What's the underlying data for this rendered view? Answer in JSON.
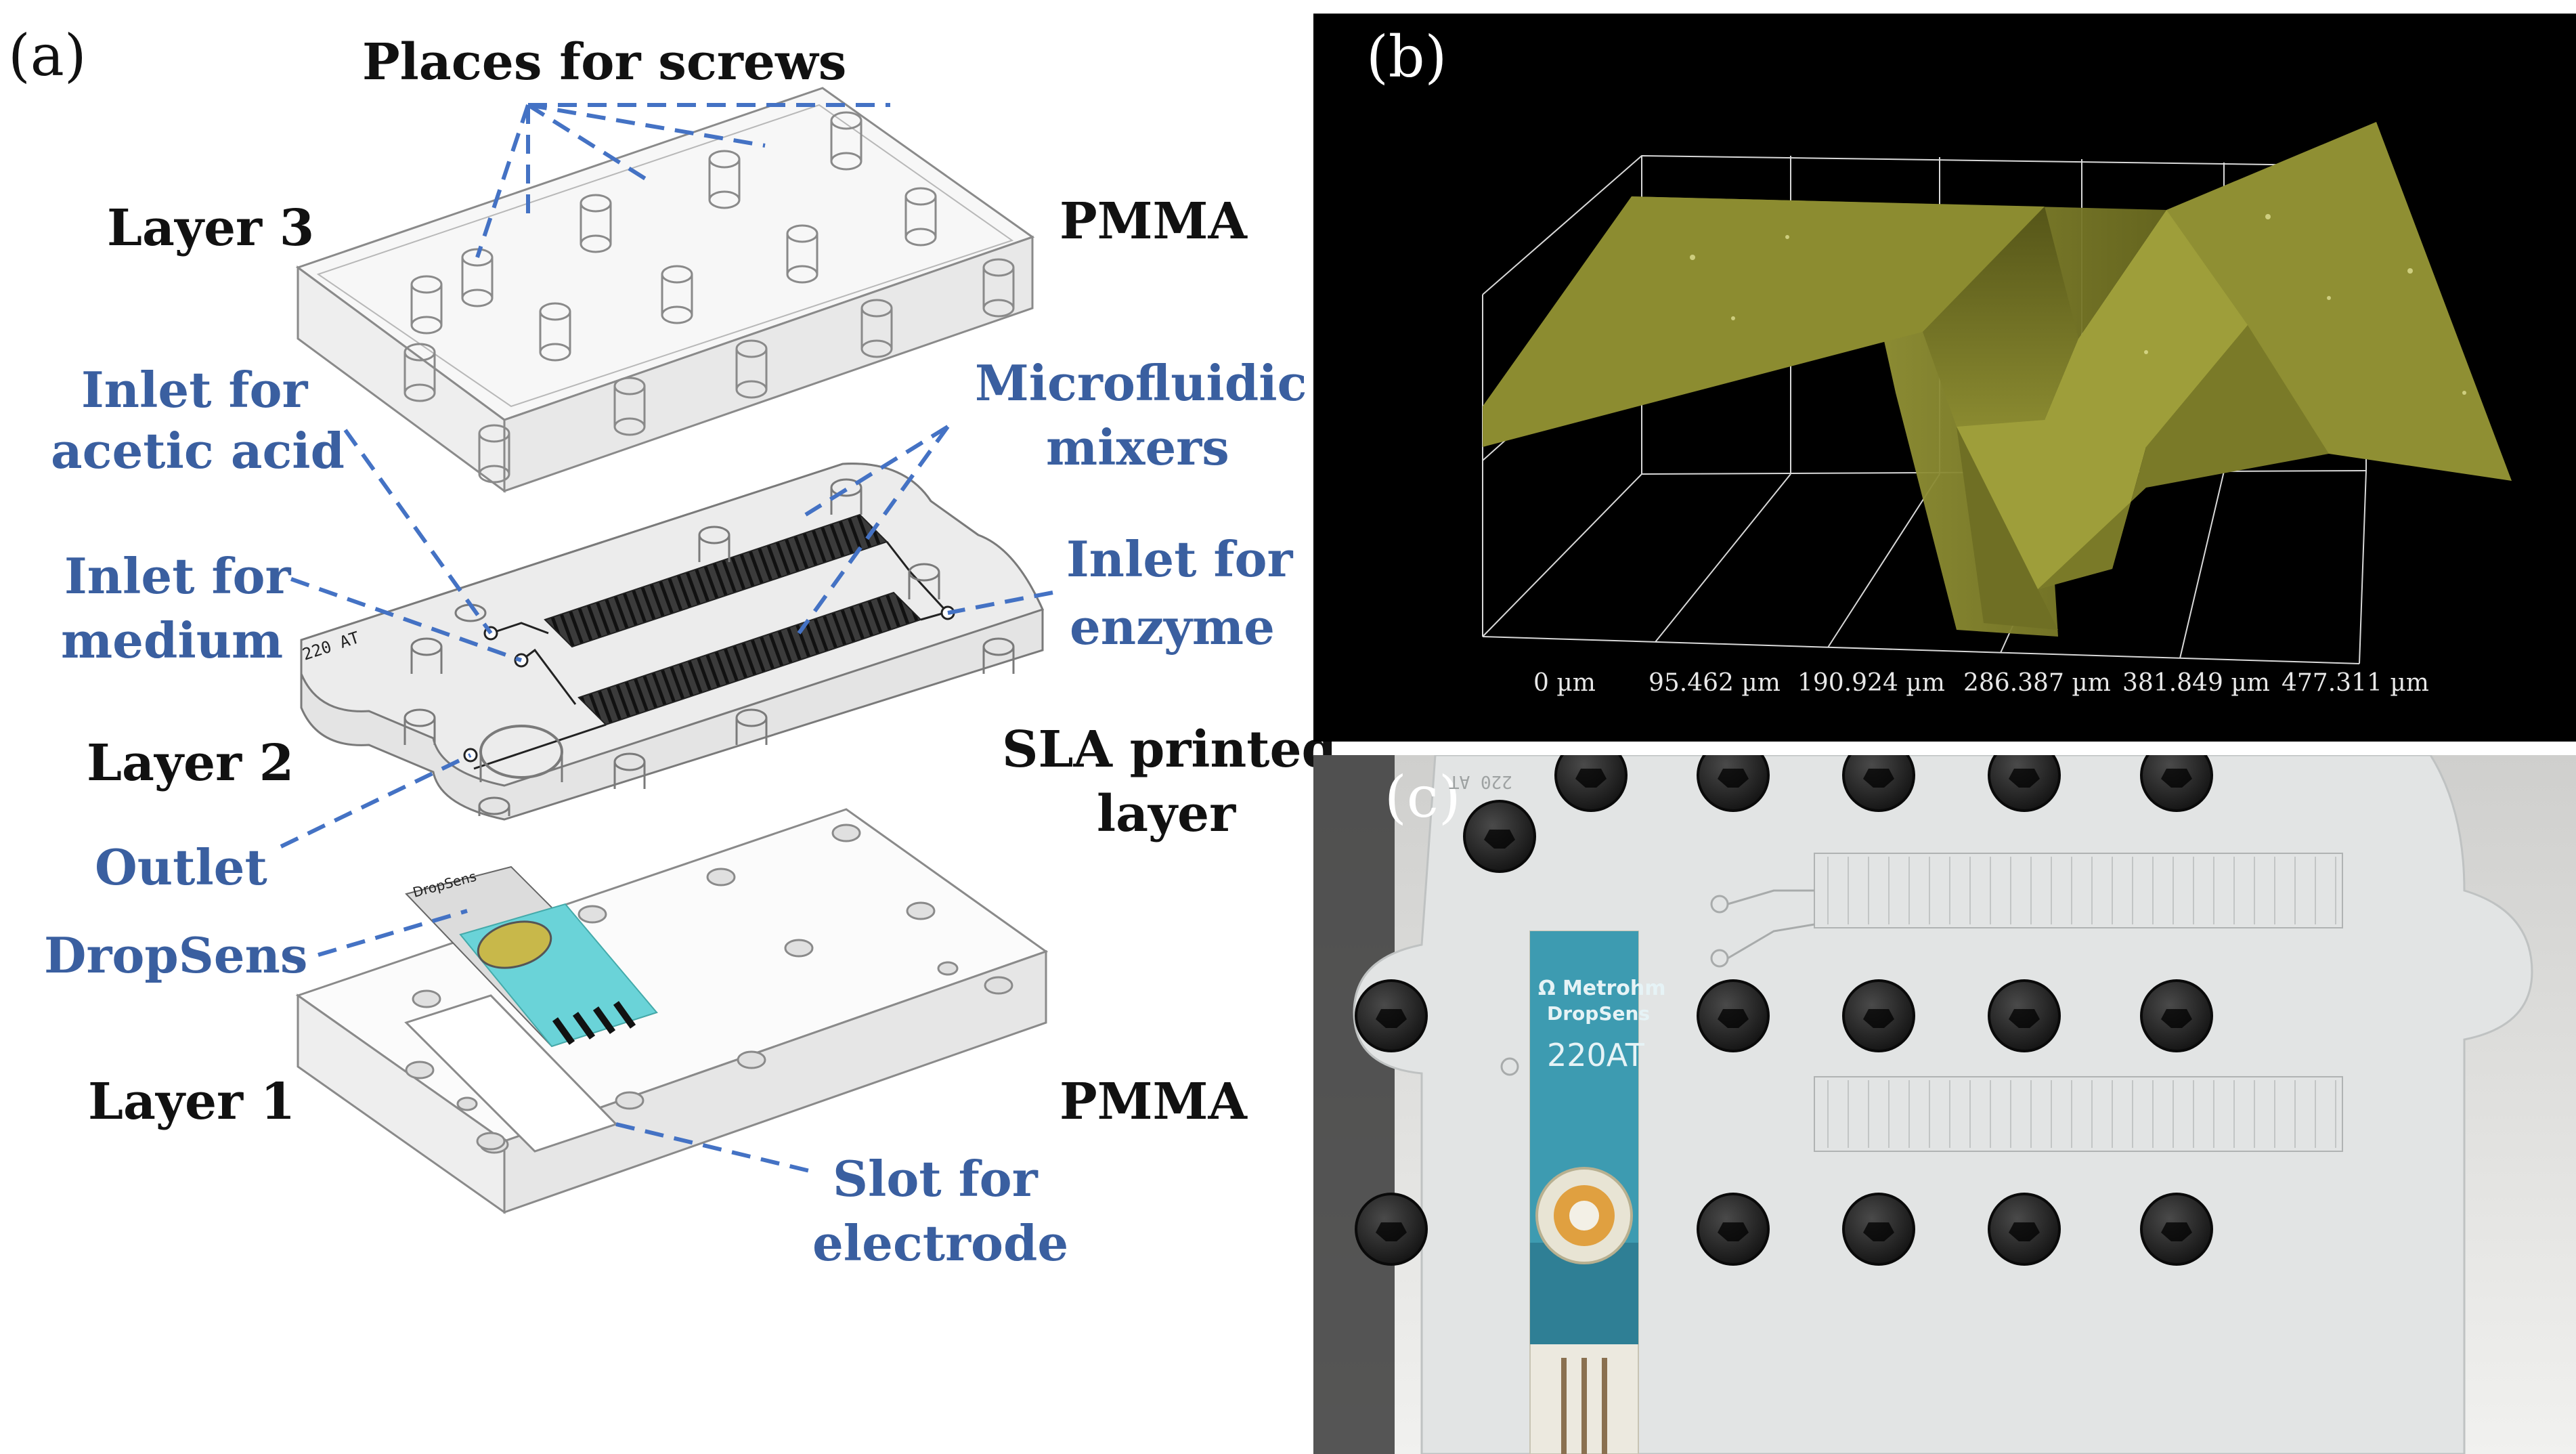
{
  "panels": {
    "a": {
      "letter": "(a)",
      "title": "Places for screws",
      "layer3": "Layer 3",
      "layer3_material": "PMMA",
      "layer2": "Layer 2",
      "layer2_material_line1": "SLA printed",
      "layer2_material_line2": "layer",
      "layer1": "Layer 1",
      "layer1_material": "PMMA",
      "inlet_acetic_line1": "Inlet for",
      "inlet_acetic_line2": "acetic acid",
      "inlet_medium_line1": "Inlet for",
      "inlet_medium_line2": "medium",
      "microfluidic_line1": "Microfluidic",
      "microfluidic_line2": "mixers",
      "inlet_enzyme_line1": "Inlet for",
      "inlet_enzyme_line2": "enzyme",
      "outlet": "Outlet",
      "dropsens": "DropSens",
      "slot_line1": "Slot for",
      "slot_line2": "electrode",
      "chip_engraving": "220 AT",
      "electrode_brand": "DropSens"
    },
    "b": {
      "letter": "(b)",
      "x_ticks": [
        "0 µm",
        "95.462 µm",
        "190.924 µm",
        "286.387 µm",
        "381.849 µm",
        "477.311 µm"
      ]
    },
    "c": {
      "letter": "(c)",
      "electrode_brand_line1": "Ω Metrohm",
      "electrode_brand_line2": "DropSens",
      "electrode_model": "220AT",
      "chip_engraving": "220 AT"
    }
  },
  "colors": {
    "label_blue": "#3a5fa0",
    "leader_blue": "#4472c4",
    "surface_olive": "#8a8a2a",
    "electrode_teal": "#6ad3d8",
    "electrode_disc": "#c8b84a"
  }
}
